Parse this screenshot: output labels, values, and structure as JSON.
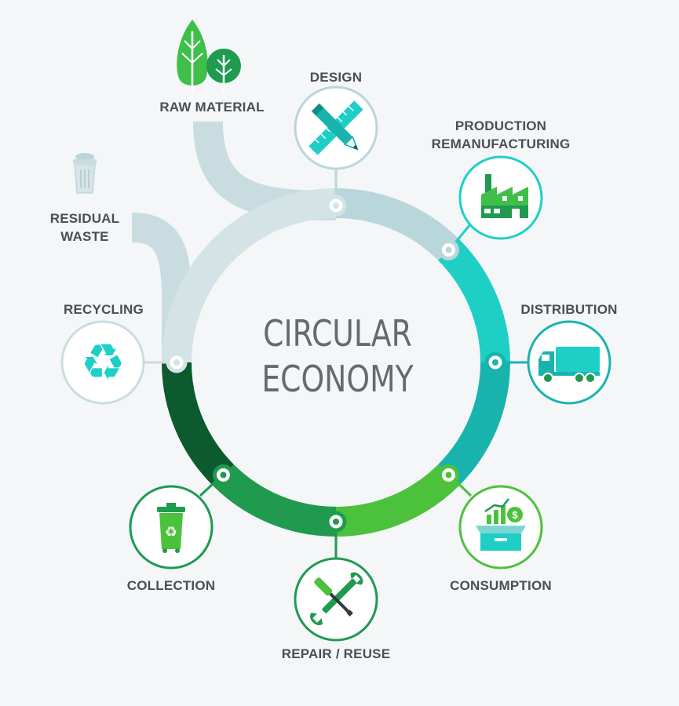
{
  "title": {
    "line1": "CIRCULAR",
    "line2": "ECONOMY"
  },
  "stages": {
    "raw_material": "RAW MATERIAL",
    "design": "DESIGN",
    "production_line1": "PRODUCTION",
    "production_line2": "REMANUFACTURING",
    "distribution": "DISTRIBUTION",
    "consumption": "CONSUMPTION",
    "repair_reuse": "REPAIR / REUSE",
    "collection": "COLLECTION",
    "recycling": "RECYCLING",
    "residual_line1": "RESIDUAL",
    "residual_line2": "WASTE"
  },
  "icons": {
    "raw_material": "trees-icon",
    "design": "pencil-ruler-icon",
    "production": "factory-icon",
    "distribution": "truck-icon",
    "consumption": "box-chart-dollar-icon",
    "repair_reuse": "wrench-screwdriver-icon",
    "collection": "recycle-bin-icon",
    "recycling": "recycle-icon",
    "residual_waste": "trash-can-icon"
  },
  "colors": {
    "background": "#f4f6f8",
    "inflow_light": "#c9dde0",
    "design_to_production": "#b9d6da",
    "teal_bright": "#1ecfc6",
    "teal": "#19b3ad",
    "green_light": "#4cc23c",
    "green": "#1f9a4f",
    "green_dark": "#0c5a2d",
    "text": "#4a4f55",
    "title_text": "#666a70"
  }
}
